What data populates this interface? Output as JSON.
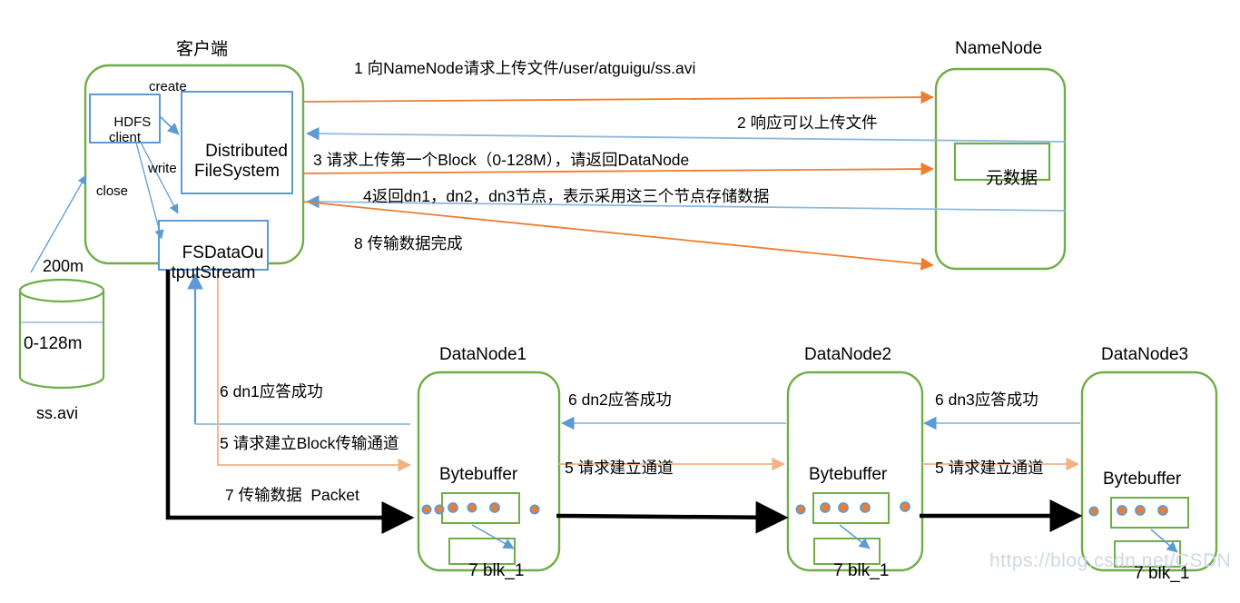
{
  "diagram": {
    "title_client": "客户端",
    "watermark": "https://blog.csdn.net/CSDN"
  },
  "client": {
    "hdfs_client": "HDFS\nclient",
    "distributed_fs": "Distributed\nFileSystem",
    "fsdata_stream": "FSDataOu\ntputStream",
    "edge_create": "create",
    "edge_write": "write",
    "edge_close": "close"
  },
  "file": {
    "size_label": "200m",
    "block_label": "0-128m",
    "name": "ss.avi"
  },
  "namenode": {
    "title": "NameNode",
    "metadata": "元数据"
  },
  "steps": {
    "s1": "1 向NameNode请求上传文件/user/atguigu/ss.avi",
    "s2": "2 响应可以上传文件",
    "s3": "3 请求上传第一个Block（0-128M），请返回DataNode",
    "s4": "4返回dn1，dn2，dn3节点，表示采用这三个节点存储数据",
    "s8": "8 传输数据完成",
    "s6_dn1": "6 dn1应答成功",
    "s5_dn1": "5 请求建立Block传输通道",
    "s7_packet": "7 传输数据  Packet",
    "s6_dn2": "6 dn2应答成功",
    "s5_dn2": "5 请求建立通道",
    "s6_dn3": "6 dn3应答成功",
    "s5_dn3": "5 请求建立通道"
  },
  "datanodes": [
    {
      "title": "DataNode1",
      "buffer": "Bytebuffer",
      "block": "7 blk_1"
    },
    {
      "title": "DataNode2",
      "buffer": "Bytebuffer",
      "block": "7 blk_1"
    },
    {
      "title": "DataNode3",
      "buffer": "Bytebuffer",
      "block": "7 blk_1"
    }
  ],
  "colors": {
    "green": "#70AD47",
    "blue": "#5B9BD5",
    "orange": "#ED7D31",
    "orange_light": "#F4B183",
    "black": "#000000"
  }
}
